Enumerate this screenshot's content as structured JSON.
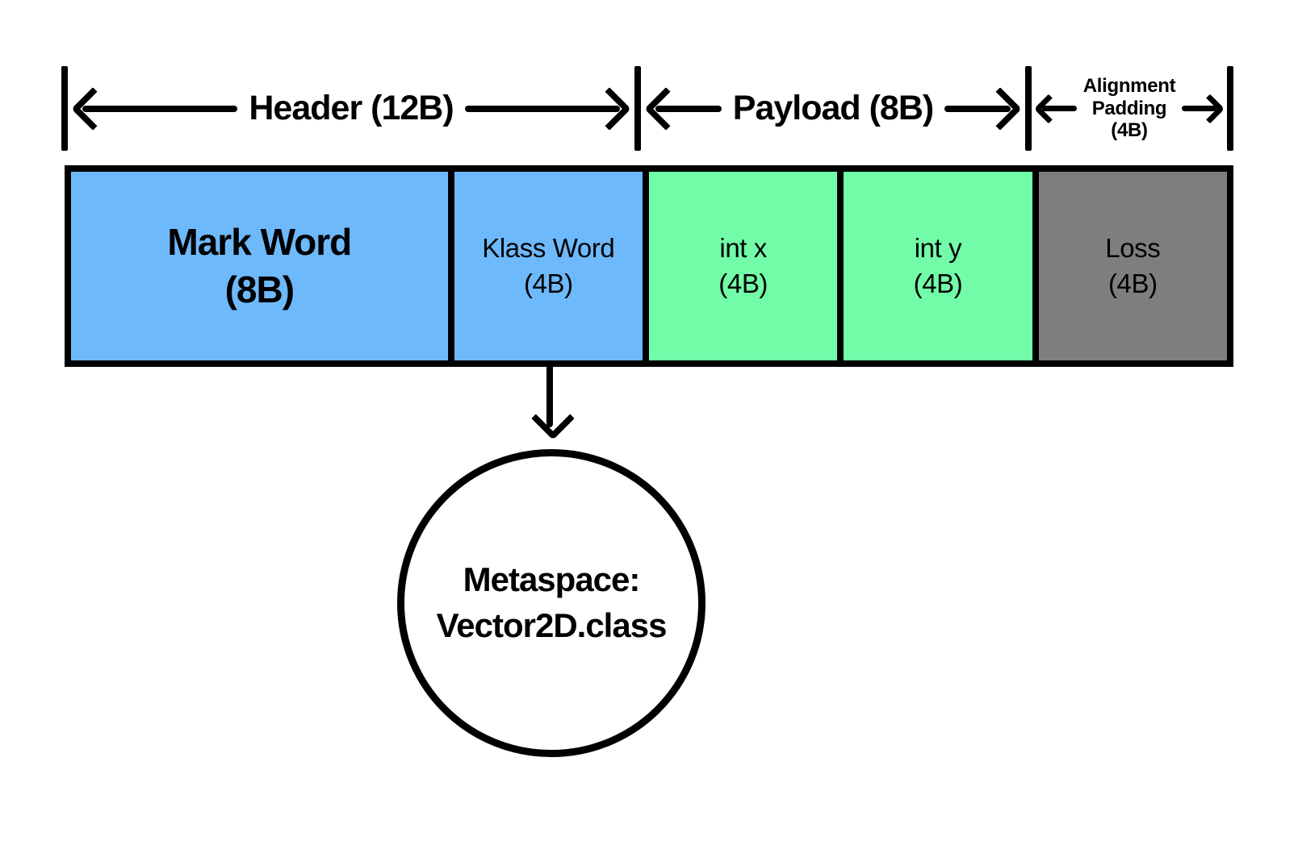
{
  "ruler": {
    "header": {
      "label": "Header (12B)"
    },
    "payload": {
      "label": "Payload (8B)"
    },
    "padding": {
      "line1": "Alignment",
      "line2": "Padding",
      "line3": "(4B)"
    }
  },
  "memory_bar": {
    "cells": [
      {
        "name": "Mark Word",
        "size": "(8B)",
        "bytes": "8"
      },
      {
        "name": "Klass Word",
        "size": "(4B)",
        "bytes": "4"
      },
      {
        "name": "int x",
        "size": "(4B)",
        "bytes": "4"
      },
      {
        "name": "int y",
        "size": "(4B)",
        "bytes": "4"
      },
      {
        "name": "Loss",
        "size": "(4B)",
        "bytes": "4"
      }
    ]
  },
  "metaspace": {
    "line1": "Metaspace:",
    "line2": "Vector2D.class"
  },
  "colors": {
    "cell_blue": "#6EB9FC",
    "cell_green": "#72FCA8",
    "cell_gray": "#7E7E7E",
    "ink": "#000000",
    "background": "#FFFFFF"
  }
}
